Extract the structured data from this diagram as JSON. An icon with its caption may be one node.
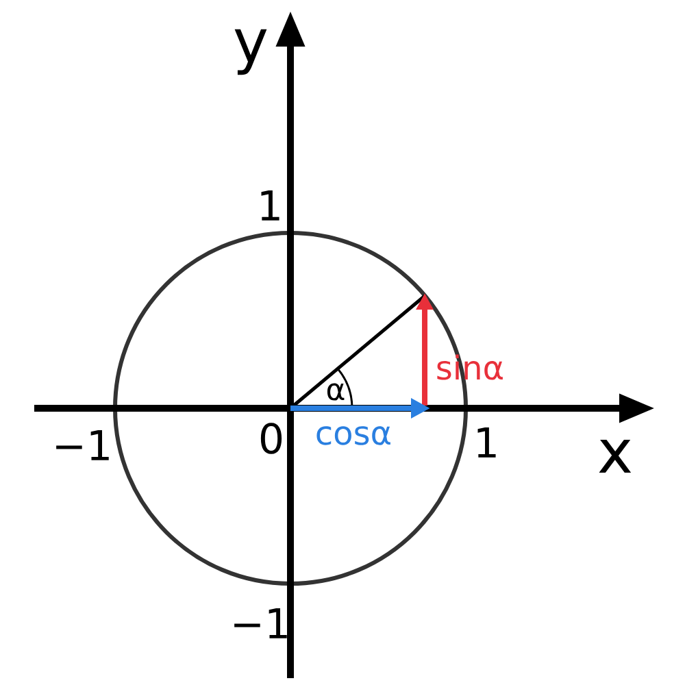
{
  "diagram": {
    "labels": [
      "y",
      "1",
      "sinα",
      "−1",
      "0",
      "1",
      "x",
      "cosα",
      "α",
      "−1"
    ]
  }
}
